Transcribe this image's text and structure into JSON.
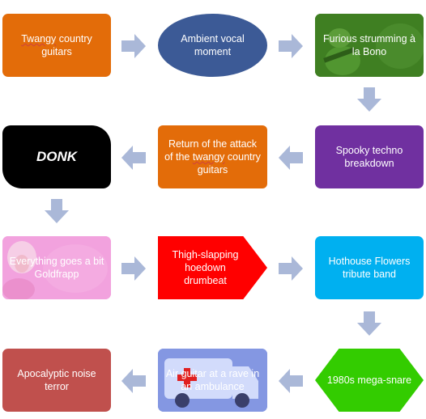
{
  "colors": {
    "orange": "#e36c09",
    "navy": "#3c5a96",
    "green": "#4e8f2a",
    "purple": "#7030a0",
    "black": "#000000",
    "pink": "#f4a6e0",
    "red": "#ff0000",
    "cyan": "#00b0f0",
    "lime": "#33cc00",
    "brick": "#c0504d",
    "periwinkle": "#8095e0",
    "arrow": "#aab8d8"
  },
  "nodes": {
    "n1": {
      "pre": "Twangy",
      "post": " country guitars"
    },
    "n2": {
      "text": "Ambient vocal moment"
    },
    "n3": {
      "text": "Furious strumming à la Bono"
    },
    "n4": {
      "text": "Spooky techno breakdown"
    },
    "n5": {
      "pre": "Return of the attack of the ",
      "ul": "twangy",
      "post": " country guitars"
    },
    "n6": {
      "text": "DONK"
    },
    "n7": {
      "text": "Everything goes a bit Goldfrapp"
    },
    "n8": {
      "text": "Thigh-slapping hoedown drumbeat"
    },
    "n9": {
      "text": "Hothouse Flowers tribute band"
    },
    "n10": {
      "text": "1980s mega-snare"
    },
    "n11": {
      "text": "Air guitar at a rave in an ambulance"
    },
    "n12": {
      "text": "Apocalyptic noise terror"
    }
  }
}
